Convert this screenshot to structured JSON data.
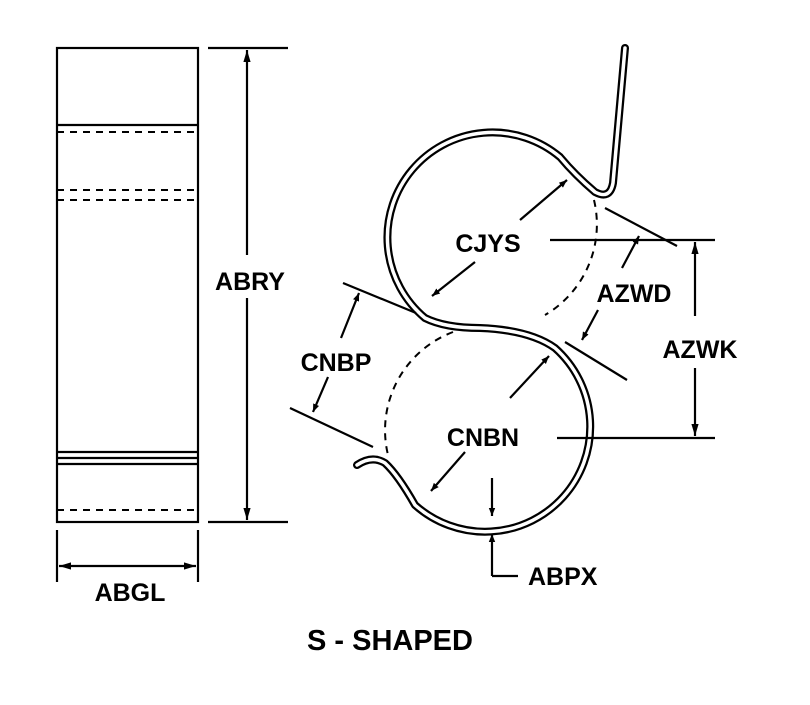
{
  "title": "S - SHAPED",
  "labels": {
    "abry": "ABRY",
    "abgl": "ABGL",
    "cjys": "CJYS",
    "azwd": "AZWD",
    "azwk": "AZWK",
    "cnbp": "CNBP",
    "cnbn": "CNBN",
    "abpx": "ABPX"
  },
  "colors": {
    "line": "#000000",
    "background": "#ffffff"
  }
}
